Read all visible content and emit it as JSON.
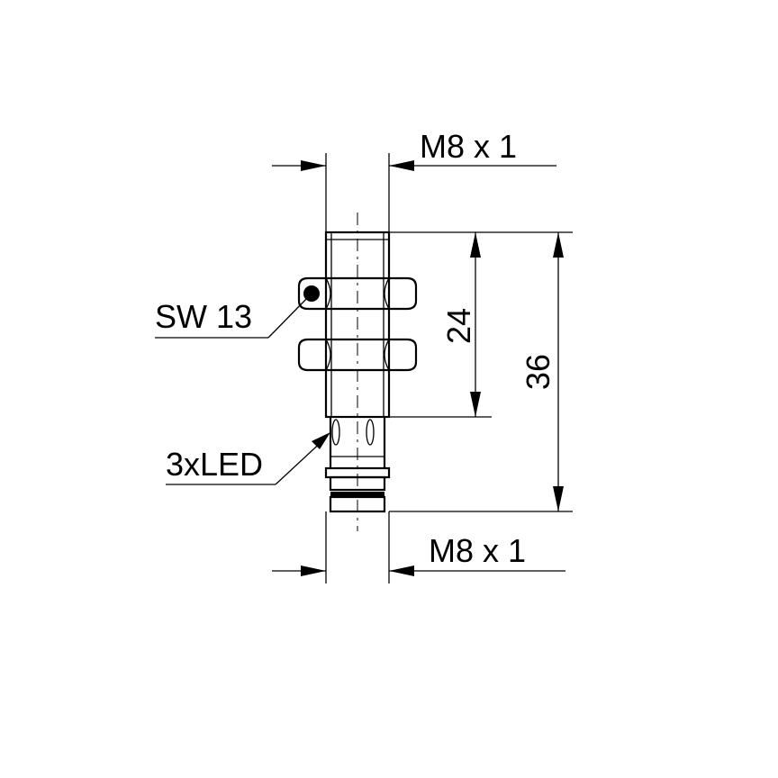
{
  "labels": {
    "thread_top": "M8 x 1",
    "thread_bottom": "M8 x 1",
    "wrench_size": "SW 13",
    "led": "3xLED",
    "dim_short": "24",
    "dim_long": "36"
  }
}
